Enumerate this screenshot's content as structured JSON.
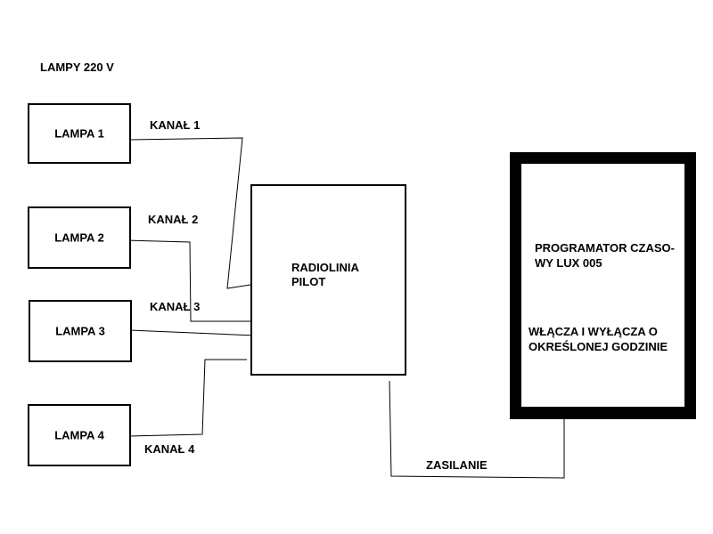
{
  "header": {
    "title": "LAMPY 220 V"
  },
  "lamps": [
    {
      "label": "LAMPA 1"
    },
    {
      "label": "LAMPA 2"
    },
    {
      "label": "LAMPA 3"
    },
    {
      "label": "LAMPA 4"
    }
  ],
  "channels": [
    {
      "label": "KANAŁ 1"
    },
    {
      "label": "KANAŁ 2"
    },
    {
      "label": "KANAŁ 3"
    },
    {
      "label": "KANAŁ 4"
    }
  ],
  "radio": {
    "line1": "RADIOLINIA",
    "line2": "PILOT"
  },
  "programmer": {
    "line1": "PROGRAMATOR CZASO-",
    "line2": "WY LUX 005",
    "desc1": "WŁĄCZA I WYŁĄCZA O",
    "desc2": "OKREŚLONEJ GODZINIE"
  },
  "power": {
    "label": "ZASILANIE"
  }
}
